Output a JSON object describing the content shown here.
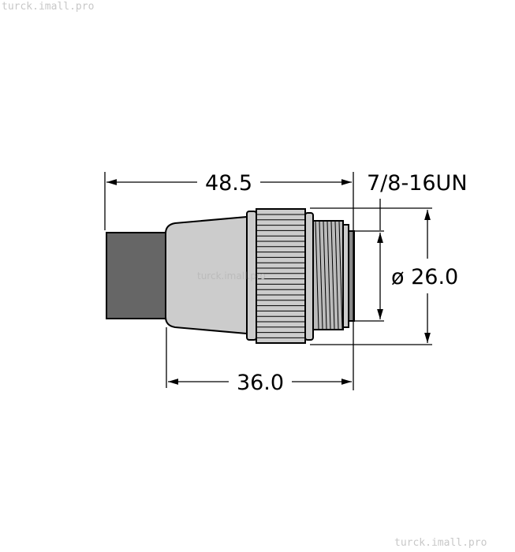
{
  "watermark": "turck.imall.pro",
  "dimensions": {
    "overall_length": "48.5",
    "body_length": "36.0",
    "thread": "7/8-16UN",
    "diameter": "ø 26.0"
  },
  "colors": {
    "cable": "#666666",
    "body": "#cccccc",
    "face": "#888888",
    "line": "#000000"
  }
}
